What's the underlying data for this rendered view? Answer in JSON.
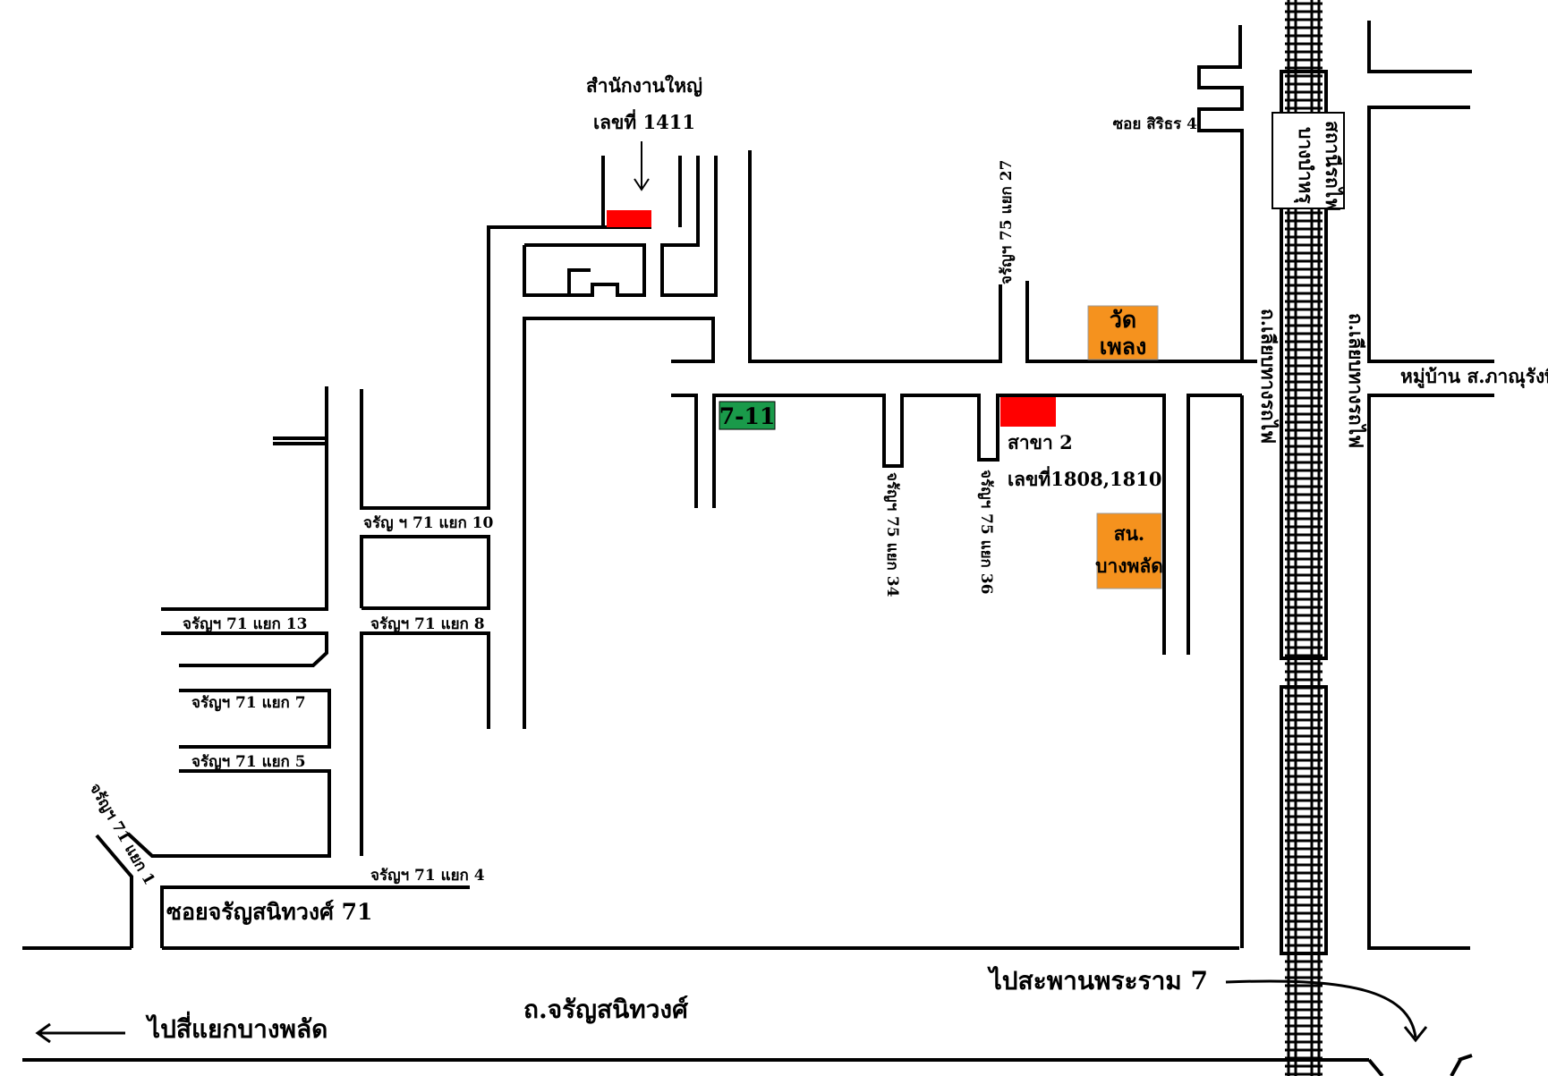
{
  "labels": {
    "head_office_line1": "สำนักงานใหญ่",
    "head_office_line2": "เลขที่ 1411",
    "soi_sirithon_4": "ซอย สิริธร 4",
    "station_line1": "สถานีรถไฟ",
    "station_line2": "บางบำหรุ",
    "jaran_75_yaek_27": "จรัญฯ 75 แยก 27",
    "wat_line1": "วัด",
    "wat_line2": "เพลง",
    "rail_road_west": "ถ.เลียบทางรถไฟ",
    "rail_road_east": "ถ.เลียบทางรถไฟ",
    "village": "หมู่บ้าน ส.ภาณุรังษี",
    "seven_eleven": "7-11",
    "branch_line1": "สาขา 2",
    "branch_line2": "เลขที่1808,1810",
    "jaran_75_yaek_34": "จรัญฯ 75 แยก 34",
    "jaran_75_yaek_36": "จรัญฯ 75 แยก 36",
    "police_line1": "สน.",
    "police_line2": "บางพลัด",
    "jaran_71_yaek_10": "จรัญ ฯ 71 แยก 10",
    "jaran_71_yaek_13": "จรัญฯ 71 แยก 13",
    "jaran_71_yaek_8": "จรัญฯ 71 แยก 8",
    "jaran_71_yaek_7": "จรัญฯ 71 แยก 7",
    "jaran_71_yaek_5": "จรัญฯ 71 แยก 5",
    "jaran_71_yaek_1": "จรัญฯ 71 แยก 1",
    "jaran_71_yaek_4": "จรัญฯ 71 แยก 4",
    "soi_jaran_71": "ซอยจรัญสนิทวงศ์ 71",
    "to_rama7_bridge": "ไปสะพานพระราม 7",
    "charan_road": "ถ.จรัญสนิทวงศ์",
    "to_bang_phlat": "ไปสี่แยกบางพลัด"
  },
  "colors": {
    "office_marker": "#ff0000",
    "seven_eleven": "#1a9a4a",
    "landmark": "#f5921e",
    "road": "#000000",
    "background": "#ffffff"
  }
}
